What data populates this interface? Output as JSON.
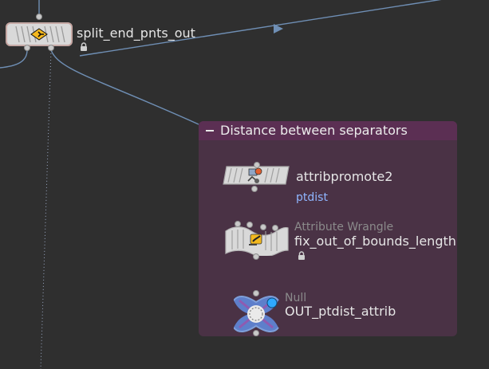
{
  "network": {
    "netbox": {
      "title": "Distance between separators"
    },
    "nodes": {
      "split_end_pnts_out": {
        "name": "split_end_pnts_out",
        "icon": "split-node-icon"
      },
      "attribpromote2": {
        "name": "attribpromote2",
        "badge": "ptdist",
        "icon": "attribpromote-icon"
      },
      "fix_out_of_bounds_length": {
        "type": "Attribute Wrangle",
        "name": "fix_out_of_bounds_length",
        "icon": "attribute-wrangle-icon"
      },
      "out_ptdist_attrib": {
        "type": "Null",
        "name": "OUT_ptdist_attrib",
        "icon": "null-node-icon"
      }
    }
  },
  "colors": {
    "background": "#2f2f2f",
    "netbox_body": "#4a3245",
    "netbox_header": "#5b2f53",
    "wire": "#6f8fb5",
    "accent_blue": "#8fb6ff",
    "null_node": "#5e7fcb"
  }
}
